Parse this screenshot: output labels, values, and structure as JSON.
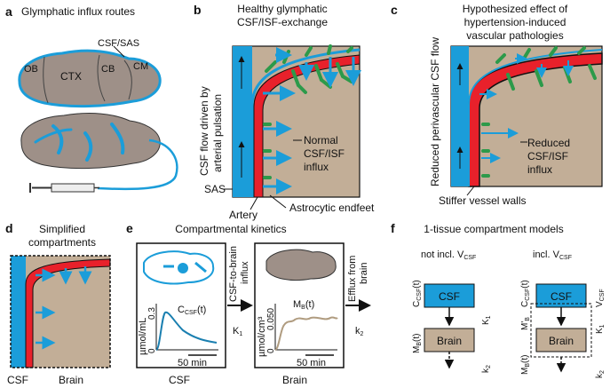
{
  "panel_a": {
    "letter": "a",
    "title": "Glymphatic influx routes",
    "labels": {
      "csf_sas": "CSF/SAS",
      "ob": "OB",
      "ctx": "CTX",
      "cb": "CB",
      "cm": "CM"
    }
  },
  "panel_b": {
    "letter": "b",
    "title_line1": "Healthy glymphatic",
    "title_line2": "CSF/ISF-exchange",
    "side_line1": "CSF flow driven by",
    "side_line2": "arterial pulsation",
    "sas": "SAS",
    "artery": "Artery",
    "influx_line1": "Normal",
    "influx_line2": "CSF/ISF",
    "influx_line3": "influx",
    "endfeet": "Astrocytic endfeet"
  },
  "panel_c": {
    "letter": "c",
    "title_line1": "Hypothesized effect of",
    "title_line2": "hypertension-induced",
    "title_line3": "vascular pathologies",
    "side": "Reduced perivascular CSF flow",
    "influx_line1": "Reduced",
    "influx_line2": "CSF/ISF",
    "influx_line3": "influx",
    "walls": "Stiffer vessel walls"
  },
  "panel_d": {
    "letter": "d",
    "title_line1": "Simplified",
    "title_line2": "compartments",
    "csf": "CSF",
    "brain": "Brain"
  },
  "panel_e": {
    "letter": "e",
    "title": "Compartmental kinetics",
    "csf_caption": "CSF",
    "brain_caption": "Brain",
    "csf_ylabel": "µmol/mL",
    "csf_ytick_top": "0.3",
    "csf_ytick_bottom": "0",
    "csf_curve_label": "C",
    "csf_curve_sub": "CSF",
    "csf_curve_arg": "(t)",
    "csf_scalebar": "50 min",
    "brain_ylabel": "µmol/cm³",
    "brain_ytick_top": "0.050",
    "brain_ytick_bottom": "0",
    "brain_curve_label": "M",
    "brain_curve_sub": "B",
    "brain_curve_arg": "(t)",
    "brain_scalebar": "50 min",
    "influx_line1": "CSF-to-brain",
    "influx_line2": "influx",
    "k1": "K",
    "k1_sub": "1",
    "efflux_line1": "Efflux from",
    "efflux_line2": "brain",
    "k2": "k",
    "k2_sub": "2"
  },
  "panel_f": {
    "letter": "f",
    "title": "1-tissue compartment models",
    "left_title": "not incl. V",
    "left_title_sub": "CSF",
    "right_title": "incl. V",
    "right_title_sub": "CSF",
    "csf_box": "CSF",
    "brain_box": "Brain",
    "c_label": "C",
    "c_sub": "CSF",
    "c_arg": "(t)",
    "m_label": "M",
    "m_sub": "B",
    "m_arg": "(t)",
    "mprime_label": "M'",
    "k1": "K",
    "k1_sub": "1",
    "k2": "k",
    "k2_sub": "2",
    "v_label": "V",
    "v_sub": "CSF"
  },
  "colors": {
    "csf_blue": "#1b9dd9",
    "artery_red": "#e8212b",
    "tissue_tan": "#c2ae97",
    "endfeet_green": "#2c9a4a",
    "curve_blue": "#1a7fb0",
    "curve_tan": "#b09c80",
    "brain_fill": "#9e9088"
  }
}
